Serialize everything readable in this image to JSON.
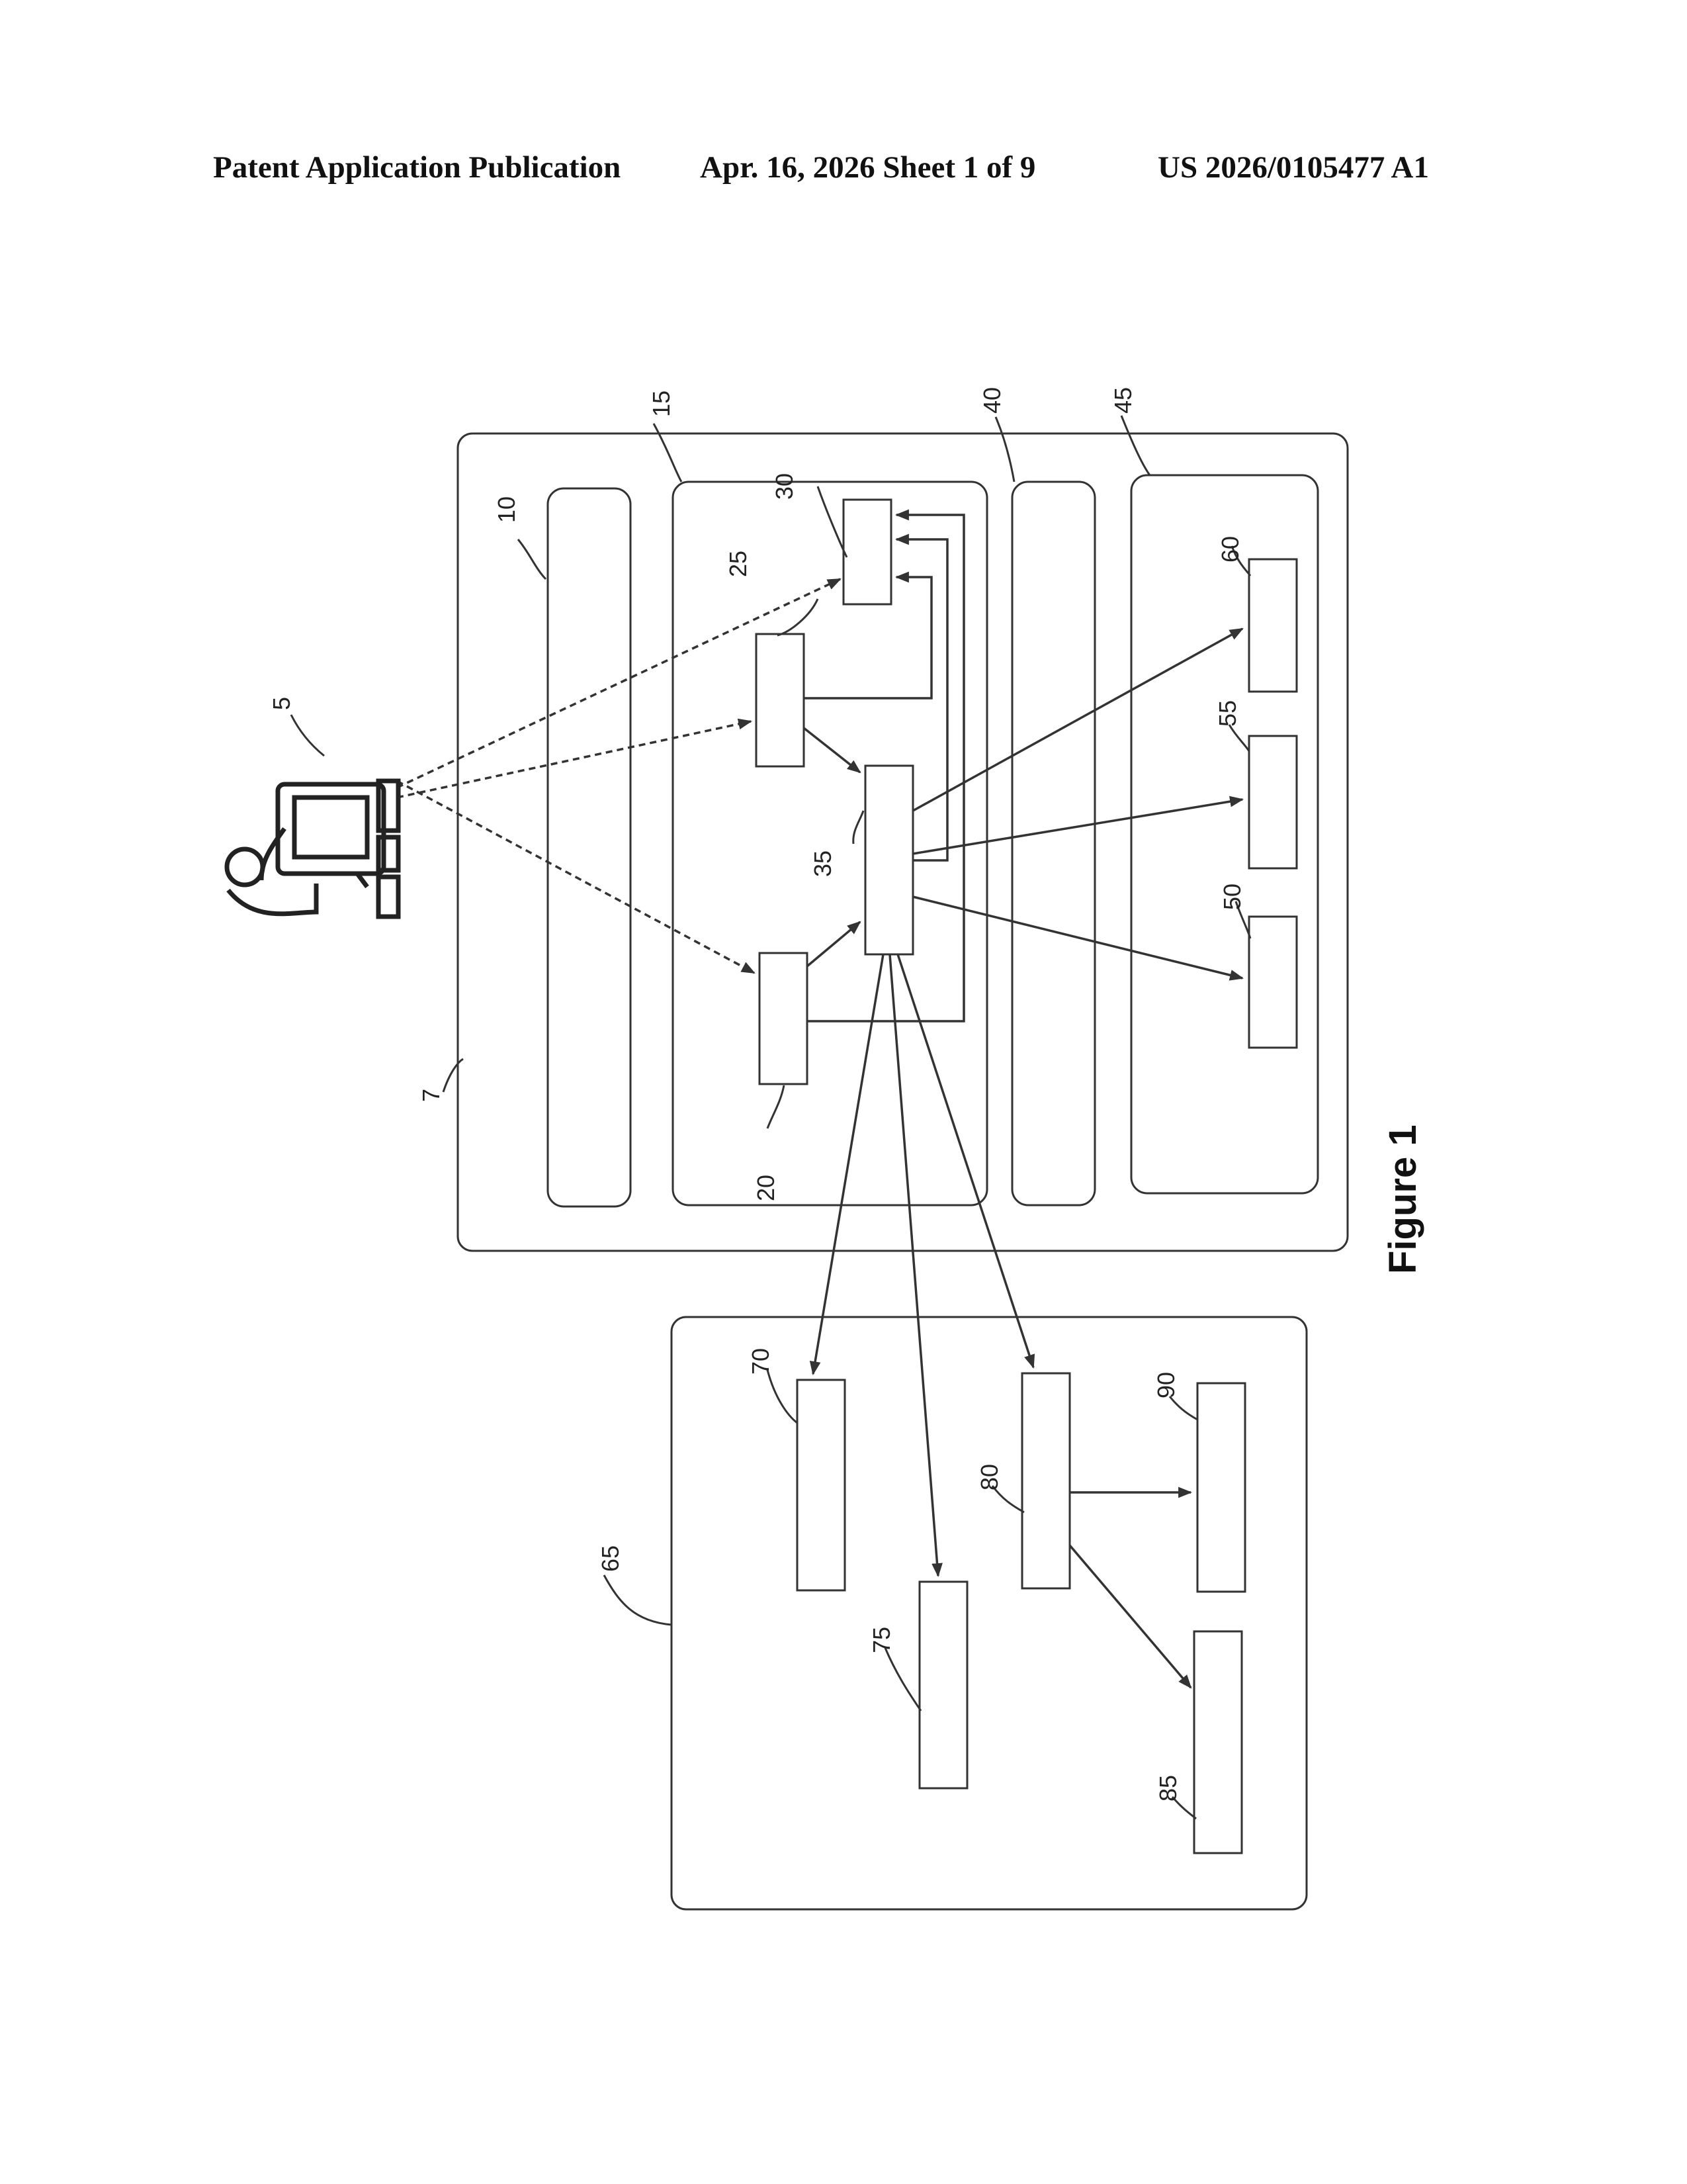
{
  "header": {
    "publication": "Patent Application Publication",
    "date_sheet": "Apr. 16, 2026  Sheet 1 of 9",
    "number": "US 2026/0105477 A1"
  },
  "figure": {
    "caption": "Figure 1"
  },
  "reference_numerals": {
    "user": "5",
    "system": "7",
    "layer_10": "10",
    "layer_15": "15",
    "module_20": "20",
    "module_25": "25",
    "module_30": "30",
    "module_35": "35",
    "layer_40": "40",
    "layer_45": "45",
    "module_50": "50",
    "module_55": "55",
    "module_60": "60",
    "external_65": "65",
    "module_70": "70",
    "module_75": "75",
    "module_80": "80",
    "module_85": "85",
    "module_90": "90"
  }
}
